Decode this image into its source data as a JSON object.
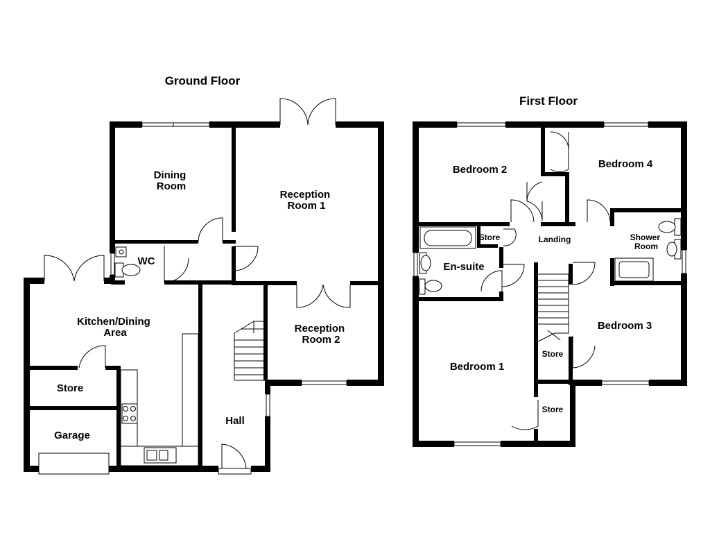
{
  "ground_floor": {
    "title": "Ground Floor",
    "rooms": {
      "dining_room": [
        "Dining",
        "Room"
      ],
      "reception_room_1": [
        "Reception",
        "Room 1"
      ],
      "wc": "WC",
      "kitchen_dining": [
        "Kitchen/Dining",
        "Area"
      ],
      "reception_room_2": [
        "Reception",
        "Room 2"
      ],
      "store": "Store",
      "garage": "Garage",
      "hall": "Hall"
    }
  },
  "first_floor": {
    "title": "First Floor",
    "rooms": {
      "bedroom_2": "Bedroom 2",
      "bedroom_4": "Bedroom 4",
      "store_small": "Store",
      "landing": "Landing",
      "shower_room": [
        "Shower",
        "Room"
      ],
      "en_suite": "En-suite",
      "bedroom_1": "Bedroom 1",
      "bedroom_3": "Bedroom 3",
      "store_middle": "Store",
      "store_bottom": "Store"
    }
  },
  "colors": {
    "wall": "#000000",
    "background": "#ffffff"
  }
}
